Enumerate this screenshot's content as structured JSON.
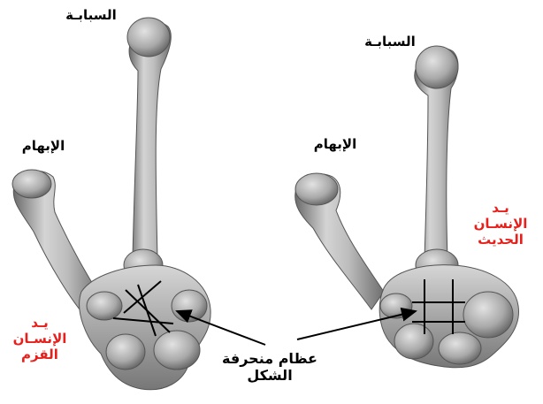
{
  "colors": {
    "bone_light": "#d9d9d9",
    "bone_mid": "#a8a8a8",
    "bone_dark": "#5f5f5f",
    "label_black": "#000000",
    "label_red": "#e8201c"
  },
  "left_hand": {
    "index_label": "السبابـة",
    "thumb_label": "الإبهام",
    "caption": [
      "يـد",
      "الإنسـان",
      "القزم"
    ]
  },
  "right_hand": {
    "index_label": "السبابـة",
    "thumb_label": "الإبهام",
    "caption": [
      "يـد",
      "الإنسـان",
      "الحديث"
    ]
  },
  "pointer_caption": [
    "عظام منحرفة",
    "الشكل"
  ]
}
